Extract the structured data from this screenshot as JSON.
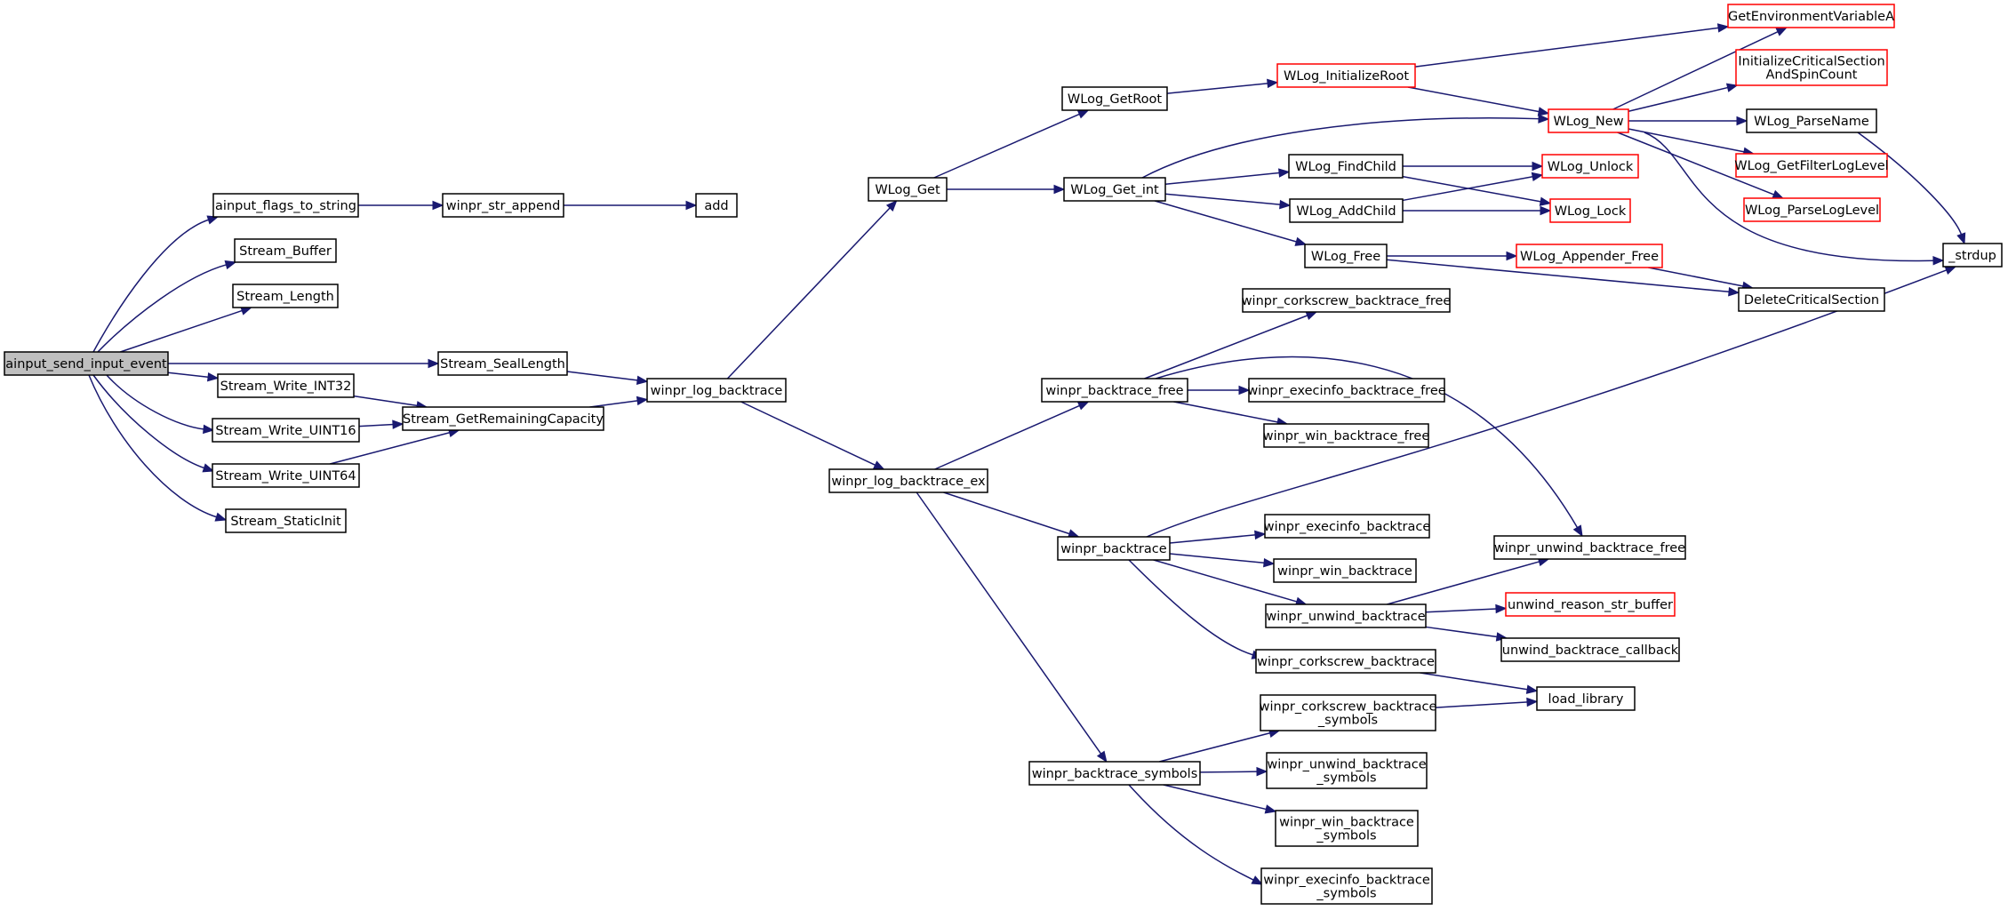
{
  "colors": {
    "edge": "#191970",
    "node_border": "#000000",
    "truncated_border": "#ff0000",
    "root_fill": "#bfbfbf",
    "node_fill": "#ffffff"
  },
  "nodes": [
    {
      "id": "ainput_send_input_event",
      "lines": [
        "ainput_send_input_event"
      ],
      "root": true,
      "truncated": false
    },
    {
      "id": "ainput_flags_to_string",
      "lines": [
        "ainput_flags_to_string"
      ],
      "truncated": false
    },
    {
      "id": "Stream_Buffer",
      "lines": [
        "Stream_Buffer"
      ],
      "truncated": false
    },
    {
      "id": "Stream_Length",
      "lines": [
        "Stream_Length"
      ],
      "truncated": false
    },
    {
      "id": "Stream_SealLength",
      "lines": [
        "Stream_SealLength"
      ],
      "truncated": false
    },
    {
      "id": "Stream_Write_INT32",
      "lines": [
        "Stream_Write_INT32"
      ],
      "truncated": false
    },
    {
      "id": "Stream_Write_UINT16",
      "lines": [
        "Stream_Write_UINT16"
      ],
      "truncated": false
    },
    {
      "id": "Stream_Write_UINT64",
      "lines": [
        "Stream_Write_UINT64"
      ],
      "truncated": false
    },
    {
      "id": "Stream_StaticInit",
      "lines": [
        "Stream_StaticInit"
      ],
      "truncated": false
    },
    {
      "id": "winpr_str_append",
      "lines": [
        "winpr_str_append"
      ],
      "truncated": false
    },
    {
      "id": "add",
      "lines": [
        "add"
      ],
      "truncated": false
    },
    {
      "id": "Stream_GetRemainingCapacity",
      "lines": [
        "Stream_GetRemainingCapacity"
      ],
      "truncated": false
    },
    {
      "id": "winpr_log_backtrace",
      "lines": [
        "winpr_log_backtrace"
      ],
      "truncated": false
    },
    {
      "id": "WLog_Get",
      "lines": [
        "WLog_Get"
      ],
      "truncated": false
    },
    {
      "id": "winpr_log_backtrace_ex",
      "lines": [
        "winpr_log_backtrace_ex"
      ],
      "truncated": false
    },
    {
      "id": "WLog_GetRoot",
      "lines": [
        "WLog_GetRoot"
      ],
      "truncated": false
    },
    {
      "id": "WLog_Get_int",
      "lines": [
        "WLog_Get_int"
      ],
      "truncated": false
    },
    {
      "id": "winpr_backtrace_free",
      "lines": [
        "winpr_backtrace_free"
      ],
      "truncated": false
    },
    {
      "id": "winpr_backtrace",
      "lines": [
        "winpr_backtrace"
      ],
      "truncated": false
    },
    {
      "id": "winpr_backtrace_symbols",
      "lines": [
        "winpr_backtrace_symbols"
      ],
      "truncated": false
    },
    {
      "id": "WLog_InitializeRoot",
      "lines": [
        "WLog_InitializeRoot"
      ],
      "truncated": true
    },
    {
      "id": "WLog_FindChild",
      "lines": [
        "WLog_FindChild"
      ],
      "truncated": false
    },
    {
      "id": "WLog_AddChild",
      "lines": [
        "WLog_AddChild"
      ],
      "truncated": false
    },
    {
      "id": "WLog_Free",
      "lines": [
        "WLog_Free"
      ],
      "truncated": false
    },
    {
      "id": "winpr_corkscrew_backtrace_free",
      "lines": [
        "winpr_corkscrew_backtrace_free"
      ],
      "truncated": false
    },
    {
      "id": "winpr_execinfo_backtrace_free",
      "lines": [
        "winpr_execinfo_backtrace_free"
      ],
      "truncated": false
    },
    {
      "id": "winpr_win_backtrace_free",
      "lines": [
        "winpr_win_backtrace_free"
      ],
      "truncated": false
    },
    {
      "id": "winpr_execinfo_backtrace",
      "lines": [
        "winpr_execinfo_backtrace"
      ],
      "truncated": false
    },
    {
      "id": "winpr_win_backtrace",
      "lines": [
        "winpr_win_backtrace"
      ],
      "truncated": false
    },
    {
      "id": "winpr_unwind_backtrace",
      "lines": [
        "winpr_unwind_backtrace"
      ],
      "truncated": false
    },
    {
      "id": "winpr_corkscrew_backtrace",
      "lines": [
        "winpr_corkscrew_backtrace"
      ],
      "truncated": false
    },
    {
      "id": "winpr_corkscrew_backtrace_symbols",
      "lines": [
        "winpr_corkscrew_backtrace",
        "_symbols"
      ],
      "truncated": false
    },
    {
      "id": "winpr_unwind_backtrace_symbols",
      "lines": [
        "winpr_unwind_backtrace",
        "_symbols"
      ],
      "truncated": false
    },
    {
      "id": "winpr_win_backtrace_symbols",
      "lines": [
        "winpr_win_backtrace",
        "_symbols"
      ],
      "truncated": false
    },
    {
      "id": "winpr_execinfo_backtrace_symbols",
      "lines": [
        "winpr_execinfo_backtrace",
        "_symbols"
      ],
      "truncated": false
    },
    {
      "id": "WLog_New",
      "lines": [
        "WLog_New"
      ],
      "truncated": true
    },
    {
      "id": "WLog_Unlock",
      "lines": [
        "WLog_Unlock"
      ],
      "truncated": true
    },
    {
      "id": "WLog_Lock",
      "lines": [
        "WLog_Lock"
      ],
      "truncated": true
    },
    {
      "id": "WLog_Appender_Free",
      "lines": [
        "WLog_Appender_Free"
      ],
      "truncated": true
    },
    {
      "id": "winpr_unwind_backtrace_free",
      "lines": [
        "winpr_unwind_backtrace_free"
      ],
      "truncated": false
    },
    {
      "id": "unwind_reason_str_buffer",
      "lines": [
        "unwind_reason_str_buffer"
      ],
      "truncated": true
    },
    {
      "id": "unwind_backtrace_callback",
      "lines": [
        "unwind_backtrace_callback"
      ],
      "truncated": false
    },
    {
      "id": "load_library",
      "lines": [
        "load_library"
      ],
      "truncated": false
    },
    {
      "id": "GetEnvironmentVariableA",
      "lines": [
        "GetEnvironmentVariableA"
      ],
      "truncated": true
    },
    {
      "id": "InitializeCriticalSectionAndSpinCount",
      "lines": [
        "InitializeCriticalSection",
        "AndSpinCount"
      ],
      "truncated": true
    },
    {
      "id": "WLog_ParseName",
      "lines": [
        "WLog_ParseName"
      ],
      "truncated": false
    },
    {
      "id": "WLog_GetFilterLogLevel",
      "lines": [
        "WLog_GetFilterLogLevel"
      ],
      "truncated": true
    },
    {
      "id": "WLog_ParseLogLevel",
      "lines": [
        "WLog_ParseLogLevel"
      ],
      "truncated": true
    },
    {
      "id": "DeleteCriticalSection",
      "lines": [
        "DeleteCriticalSection"
      ],
      "truncated": false
    },
    {
      "id": "_strdup",
      "lines": [
        "_strdup"
      ],
      "truncated": false
    }
  ],
  "edges": [
    {
      "from": "ainput_send_input_event",
      "to": "ainput_flags_to_string"
    },
    {
      "from": "ainput_send_input_event",
      "to": "Stream_Buffer"
    },
    {
      "from": "ainput_send_input_event",
      "to": "Stream_Length"
    },
    {
      "from": "ainput_send_input_event",
      "to": "Stream_SealLength"
    },
    {
      "from": "ainput_send_input_event",
      "to": "Stream_Write_INT32"
    },
    {
      "from": "ainput_send_input_event",
      "to": "Stream_Write_UINT16"
    },
    {
      "from": "ainput_send_input_event",
      "to": "Stream_Write_UINT64"
    },
    {
      "from": "ainput_send_input_event",
      "to": "Stream_StaticInit"
    },
    {
      "from": "ainput_flags_to_string",
      "to": "winpr_str_append"
    },
    {
      "from": "winpr_str_append",
      "to": "add"
    },
    {
      "from": "Stream_SealLength",
      "to": "winpr_log_backtrace"
    },
    {
      "from": "Stream_Write_INT32",
      "to": "Stream_GetRemainingCapacity"
    },
    {
      "from": "Stream_Write_UINT16",
      "to": "Stream_GetRemainingCapacity"
    },
    {
      "from": "Stream_Write_UINT64",
      "to": "Stream_GetRemainingCapacity"
    },
    {
      "from": "Stream_GetRemainingCapacity",
      "to": "winpr_log_backtrace"
    },
    {
      "from": "winpr_log_backtrace",
      "to": "WLog_Get"
    },
    {
      "from": "winpr_log_backtrace",
      "to": "winpr_log_backtrace_ex"
    },
    {
      "from": "WLog_Get",
      "to": "WLog_GetRoot"
    },
    {
      "from": "WLog_Get",
      "to": "WLog_Get_int"
    },
    {
      "from": "WLog_GetRoot",
      "to": "WLog_InitializeRoot"
    },
    {
      "from": "WLog_InitializeRoot",
      "to": "GetEnvironmentVariableA"
    },
    {
      "from": "WLog_InitializeRoot",
      "to": "WLog_New"
    },
    {
      "from": "WLog_Get_int",
      "to": "WLog_New"
    },
    {
      "from": "WLog_Get_int",
      "to": "WLog_FindChild"
    },
    {
      "from": "WLog_Get_int",
      "to": "WLog_AddChild"
    },
    {
      "from": "WLog_Get_int",
      "to": "WLog_Free"
    },
    {
      "from": "WLog_FindChild",
      "to": "WLog_Unlock"
    },
    {
      "from": "WLog_FindChild",
      "to": "WLog_Lock"
    },
    {
      "from": "WLog_AddChild",
      "to": "WLog_Unlock"
    },
    {
      "from": "WLog_AddChild",
      "to": "WLog_Lock"
    },
    {
      "from": "WLog_Free",
      "to": "WLog_Appender_Free"
    },
    {
      "from": "WLog_Free",
      "to": "DeleteCriticalSection"
    },
    {
      "from": "WLog_Appender_Free",
      "to": "DeleteCriticalSection"
    },
    {
      "from": "WLog_New",
      "to": "GetEnvironmentVariableA"
    },
    {
      "from": "WLog_New",
      "to": "InitializeCriticalSectionAndSpinCount"
    },
    {
      "from": "WLog_New",
      "to": "WLog_ParseName"
    },
    {
      "from": "WLog_New",
      "to": "WLog_GetFilterLogLevel"
    },
    {
      "from": "WLog_New",
      "to": "WLog_ParseLogLevel"
    },
    {
      "from": "WLog_New",
      "to": "_strdup"
    },
    {
      "from": "WLog_ParseName",
      "to": "_strdup"
    },
    {
      "from": "winpr_log_backtrace_ex",
      "to": "winpr_backtrace_free"
    },
    {
      "from": "winpr_log_backtrace_ex",
      "to": "winpr_backtrace"
    },
    {
      "from": "winpr_log_backtrace_ex",
      "to": "winpr_backtrace_symbols"
    },
    {
      "from": "winpr_backtrace_free",
      "to": "winpr_corkscrew_backtrace_free"
    },
    {
      "from": "winpr_backtrace_free",
      "to": "winpr_execinfo_backtrace_free"
    },
    {
      "from": "winpr_backtrace_free",
      "to": "winpr_win_backtrace_free"
    },
    {
      "from": "winpr_backtrace_free",
      "to": "winpr_unwind_backtrace_free"
    },
    {
      "from": "winpr_backtrace",
      "to": "_strdup"
    },
    {
      "from": "winpr_backtrace",
      "to": "winpr_execinfo_backtrace"
    },
    {
      "from": "winpr_backtrace",
      "to": "winpr_win_backtrace"
    },
    {
      "from": "winpr_backtrace",
      "to": "winpr_unwind_backtrace"
    },
    {
      "from": "winpr_backtrace",
      "to": "winpr_corkscrew_backtrace"
    },
    {
      "from": "winpr_unwind_backtrace",
      "to": "winpr_unwind_backtrace_free"
    },
    {
      "from": "winpr_unwind_backtrace",
      "to": "unwind_reason_str_buffer"
    },
    {
      "from": "winpr_unwind_backtrace",
      "to": "unwind_backtrace_callback"
    },
    {
      "from": "winpr_corkscrew_backtrace",
      "to": "load_library"
    },
    {
      "from": "winpr_corkscrew_backtrace_symbols",
      "to": "load_library"
    },
    {
      "from": "winpr_backtrace_symbols",
      "to": "winpr_corkscrew_backtrace_symbols"
    },
    {
      "from": "winpr_backtrace_symbols",
      "to": "winpr_unwind_backtrace_symbols"
    },
    {
      "from": "winpr_backtrace_symbols",
      "to": "winpr_win_backtrace_symbols"
    },
    {
      "from": "winpr_backtrace_symbols",
      "to": "winpr_execinfo_backtrace_symbols"
    }
  ]
}
